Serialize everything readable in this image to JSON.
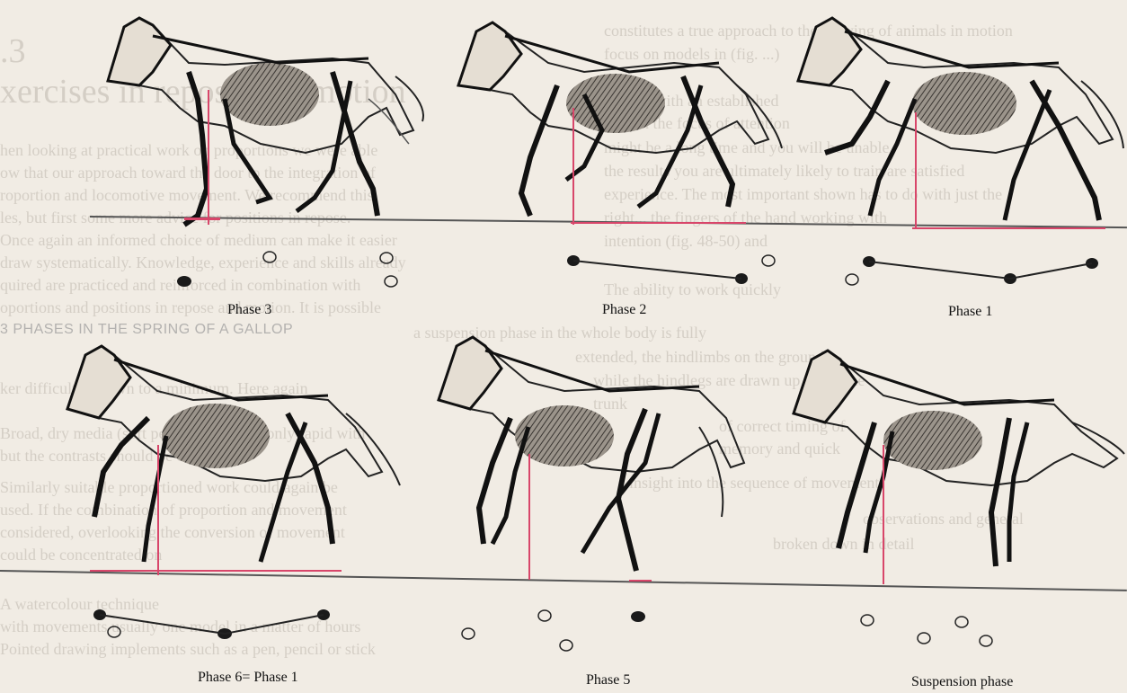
{
  "background_text": {
    "section_number": ".3",
    "section_title": "xercises in repose and motion",
    "heading": "3 PHASES IN THE SPRING OF A GALLOP",
    "lines": [
      "hen looking at practical work on proportions we were able",
      "ow that our approach toward the door to the integration of",
      "roportion and locomotive movement. We recommend this",
      "les, but first some more advice for positions in repose.",
      "Once again an informed choice of medium can make it easier",
      "draw systematically. Knowledge, experience and skills already",
      "quired are practiced and reinforced in combination with",
      "oportions and positions in repose and motion. It is possible",
      "ker difficulties down to a minimum. Here again",
      "Broad, dry media (soft pencil, chalk) are only rapid with",
      "but the contrasts should be clear",
      "Similarly suitable proportioned work could again be",
      "used. If the combination of proportion and movement",
      "considered, overlooking the conversion of movement",
      "could be concentrated on",
      "A watercolour technique",
      "with movements usually one model in a matter of hours",
      "Pointed drawing implements such as a pen, pencil or stick"
    ],
    "right_lines": [
      "constitutes a true approach to the drawing of animals in motion",
      "focus on models in (fig. ...)",
      "contact with an established",
      "remain the focus of attention",
      "might be a long time and you will be unable",
      "the results you are ultimately likely to train are satisfied",
      "experience. The most important shown has to do with just the",
      "right... the fingers of the hand working with",
      "intention (fig. 48-50) and",
      "The ability to work quickly",
      "a suspension phase in the whole body is fully",
      "extended, the hindlimbs on the ground",
      "while the hindlegs are drawn up under the",
      "trunk",
      "of correct timing of",
      "memory and quick",
      "insight into the sequence of movement",
      "observations and general",
      "broken down in detail"
    ]
  },
  "phases": [
    {
      "label": "Phase 3"
    },
    {
      "label": "Phase 2"
    },
    {
      "label": "Phase 1"
    },
    {
      "label": "Phase 6= Phase 1"
    },
    {
      "label": "Phase 5"
    },
    {
      "label": "Suspension phase"
    }
  ],
  "colors": {
    "page": "#f1ece4",
    "ink": "#1a1a1a",
    "accent": "#d8466a",
    "ghost": "#bdb6ad"
  }
}
